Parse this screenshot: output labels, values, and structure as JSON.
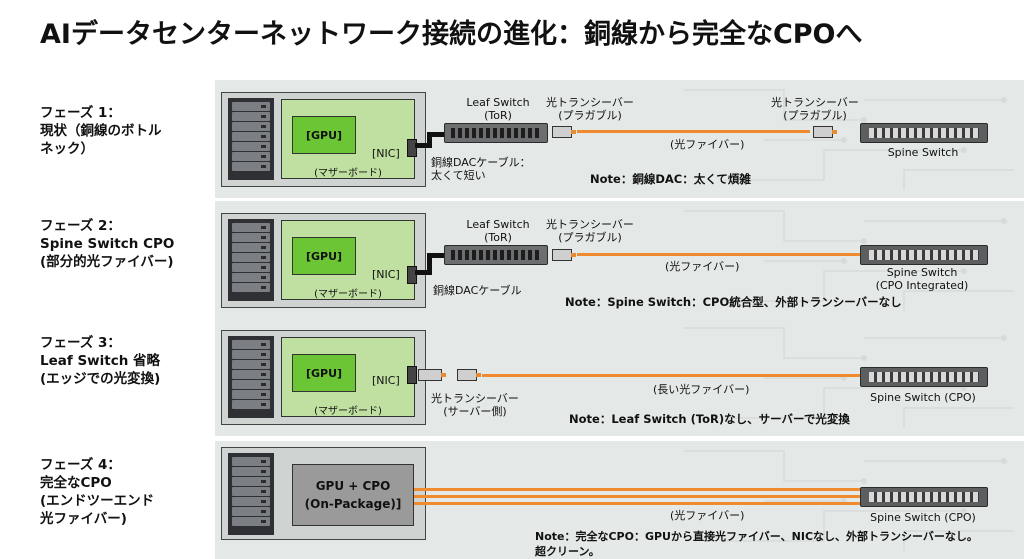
{
  "title": "AIデータセンターネットワーク接続の進化：銅線から完全なCPOへ",
  "phases": [
    {
      "label_lines": [
        "フェーズ 1：",
        "現状（銅線のボトル",
        "ネック）"
      ],
      "gpu": "[GPU]",
      "motherboard": "(マザーボード)",
      "nic": "[NIC]",
      "dac_label_lines": [
        "銅線DACケーブル：",
        "太くて短い"
      ],
      "leaf_switch_lines": [
        "Leaf Switch",
        "(ToR)"
      ],
      "transceiver1_lines": [
        "光トランシーバー",
        "(プラガブル)"
      ],
      "fiber_label": "(光ファイバー)",
      "transceiver2_lines": [
        "光トランシーバー",
        "(プラガブル)"
      ],
      "spine_lines": [
        "Spine Switch"
      ],
      "note": "Note：銅線DAC：太くて煩雑"
    },
    {
      "label_lines": [
        "フェーズ 2：",
        "Spine Switch CPO",
        "(部分的光ファイバー)"
      ],
      "gpu": "[GPU]",
      "motherboard": "(マザーボード)",
      "nic": "[NIC]",
      "dac_label_lines": [
        "銅線DACケーブル"
      ],
      "leaf_switch_lines": [
        "Leaf Switch",
        "(ToR)"
      ],
      "transceiver1_lines": [
        "光トランシーバー",
        "(プラガブル)"
      ],
      "fiber_label": "(光ファイバー)",
      "spine_lines": [
        "Spine Switch",
        "(CPO Integrated)"
      ],
      "note": "Note：Spine Switch：CPO統合型、外部トランシーバーなし"
    },
    {
      "label_lines": [
        "フェーズ 3：",
        "Leaf Switch 省略",
        "(エッジでの光変換)"
      ],
      "gpu": "[GPU]",
      "motherboard": "(マザーボード)",
      "nic": "[NIC]",
      "transceiver1_lines": [
        "光トランシーバー",
        "(サーバー側)"
      ],
      "fiber_label": "(長い光ファイバー)",
      "spine_lines": [
        "Spine Switch (CPO)"
      ],
      "note": "Note：Leaf Switch (ToR)なし、サーバーで光変換"
    },
    {
      "label_lines": [
        "フェーズ 4：",
        "完全なCPO",
        "(エンドツーエンド",
        "光ファイバー)"
      ],
      "gpu_cpo_lines": [
        "GPU + CPO",
        "(On-Package)]"
      ],
      "fiber_label": "(光ファイバー)",
      "spine_lines": [
        "Spine Switch (CPO)"
      ],
      "note_lines": [
        "Note：完全なCPO：GPUから直接光ファイバー、NICなし、外部トランシーバーなし。",
        "超クリーン。"
      ]
    }
  ],
  "colors": {
    "fiber": "#f08a2e",
    "gpu": "#6bc534",
    "motherboard": "#bfe0a0",
    "panel": "#e4e8e6"
  }
}
